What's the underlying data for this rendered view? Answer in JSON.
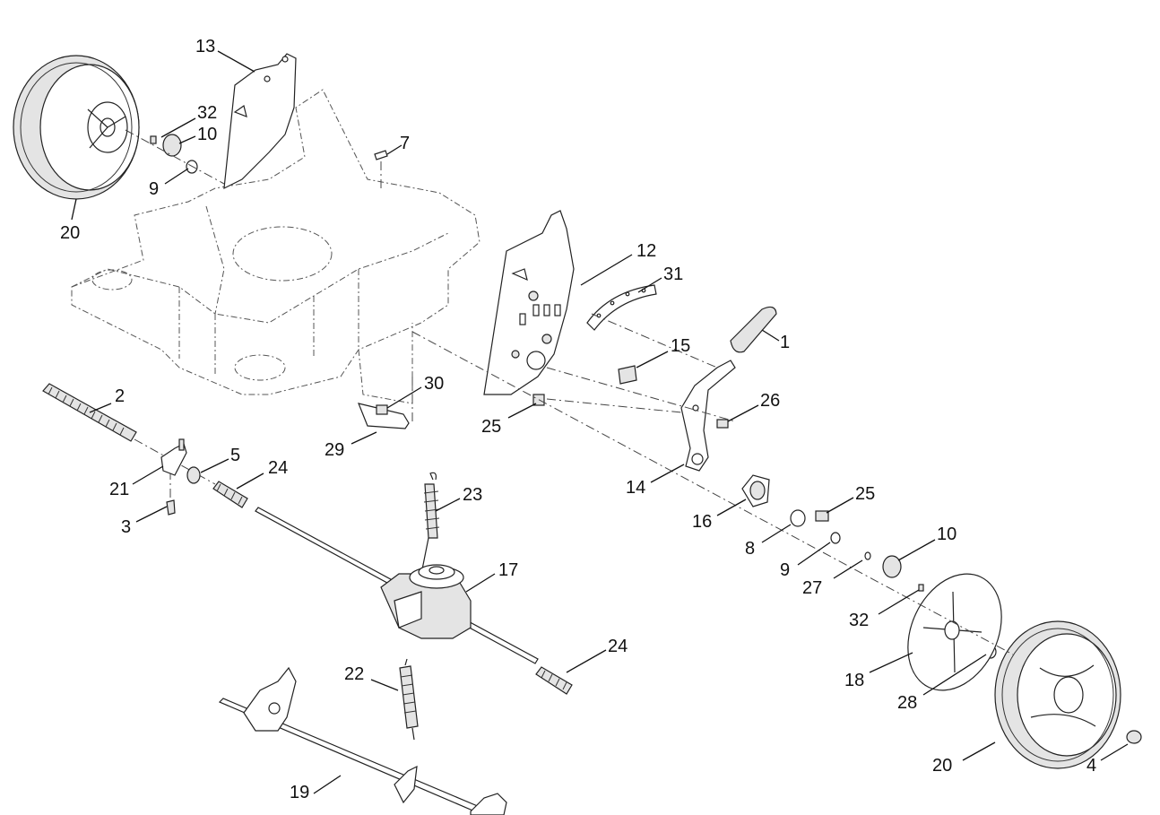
{
  "callouts": [
    {
      "id": "c13a",
      "text": "13"
    },
    {
      "id": "c32a",
      "text": "32"
    },
    {
      "id": "c10a",
      "text": "10"
    },
    {
      "id": "c9a",
      "text": "9"
    },
    {
      "id": "c20a",
      "text": "20"
    },
    {
      "id": "c7",
      "text": "7"
    },
    {
      "id": "c12",
      "text": "12"
    },
    {
      "id": "c31",
      "text": "31"
    },
    {
      "id": "c1",
      "text": "1"
    },
    {
      "id": "c15",
      "text": "15"
    },
    {
      "id": "c26",
      "text": "26"
    },
    {
      "id": "c2",
      "text": "2"
    },
    {
      "id": "c30",
      "text": "30"
    },
    {
      "id": "c25a",
      "text": "25"
    },
    {
      "id": "c29",
      "text": "29"
    },
    {
      "id": "c5",
      "text": "5"
    },
    {
      "id": "c24a",
      "text": "24"
    },
    {
      "id": "c21",
      "text": "21"
    },
    {
      "id": "c14",
      "text": "14"
    },
    {
      "id": "c23",
      "text": "23"
    },
    {
      "id": "c25b",
      "text": "25"
    },
    {
      "id": "c3",
      "text": "3"
    },
    {
      "id": "c16",
      "text": "16"
    },
    {
      "id": "c10b",
      "text": "10"
    },
    {
      "id": "c8",
      "text": "8"
    },
    {
      "id": "c17",
      "text": "17"
    },
    {
      "id": "c9b",
      "text": "9"
    },
    {
      "id": "c27",
      "text": "27"
    },
    {
      "id": "c32b",
      "text": "32"
    },
    {
      "id": "c24b",
      "text": "24"
    },
    {
      "id": "c22",
      "text": "22"
    },
    {
      "id": "c18",
      "text": "18"
    },
    {
      "id": "c28",
      "text": "28"
    },
    {
      "id": "c20b",
      "text": "20"
    },
    {
      "id": "c4",
      "text": "4"
    },
    {
      "id": "c19",
      "text": "19"
    }
  ]
}
